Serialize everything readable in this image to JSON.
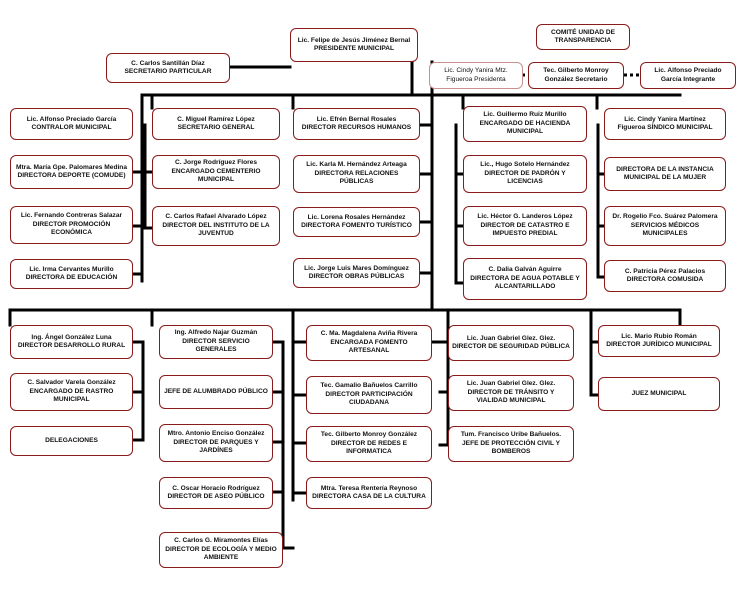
{
  "presidente": {
    "name": "Lic. Felipe de Jesús Jiménez Bernal",
    "title": "PRESIDENTE MUNICIPAL"
  },
  "secretario_particular": {
    "name": "C. Carlos Santillán Díaz",
    "title": "SECRETARIO PARTICULAR"
  },
  "comite": {
    "title": "COMITÉ UNIDAD DE TRANSPARENCIA"
  },
  "comite_members": [
    {
      "name": "Lic. Cindy Yanira Mtz.",
      "title": "Figueroa Presidenta"
    },
    {
      "name": "Tec. Gilberto Monroy",
      "title": "González Secretario"
    },
    {
      "name": "Lic. Alfonso Preciado",
      "title": "García Integrante"
    }
  ],
  "row1": {
    "col1": [
      {
        "name": "Lic. Alfonso Preciado García",
        "title": "CONTRALOR MUNICIPAL"
      },
      {
        "name": "Mtra. María Gpe. Palomares Medina",
        "title": "DIRECTORA DEPORTE (COMUDE)"
      },
      {
        "name": "Lic. Fernando Contreras Salazar",
        "title": "DIRECTOR PROMOCIÓN ECONÓMICA"
      },
      {
        "name": "Lic. Irma Cervantes Murillo",
        "title": "DIRECTORA DE EDUCACIÓN"
      }
    ],
    "col2": [
      {
        "name": "C. Miguel Ramírez López",
        "title": "SECRETARIO GENERAL"
      },
      {
        "name": "C. Jorge Rodríguez Flores",
        "title": "ENCARGADO CEMENTERIO MUNICIPAL"
      },
      {
        "name": "C. Carlos Rafael Alvarado López",
        "title": "DIRECTOR DEL INSTITUTO DE LA JUVENTUD"
      }
    ],
    "col3": [
      {
        "name": "Lic. Efrén Bernal Rosales",
        "title": "DIRECTOR RECURSOS HUMANOS"
      },
      {
        "name": "Lic. Karla M. Hernández Arteaga",
        "title": "DIRECTORA RELACIONES PÚBLICAS"
      },
      {
        "name": "Lic. Lorena Rosales Hernández",
        "title": "DIRECTORA FOMENTO TURÍSTICO"
      },
      {
        "name": "Lic. Jorge Luis Mares Domínguez",
        "title": "DIRECTOR OBRAS PÚBLICAS"
      }
    ],
    "col4": [
      {
        "name": "Lic. Guillermo Ruiz Murillo",
        "title": "ENCARGADO DE HACIENDA MUNICIPAL"
      },
      {
        "name": "Lic., Hugo Sotelo Hernández",
        "title": "DIRECTOR DE PADRÓN Y LICENCIAS"
      },
      {
        "name": "Lic. Héctor G. Landeros López",
        "title": "DIRECTOR DE CATASTRO E IMPUESTO PREDIAL"
      },
      {
        "name": "C. Dalia Galván Aguirre",
        "title": "DIRECTORA DE AGUA POTABLE Y ALCANTARILLADO"
      }
    ],
    "col5": [
      {
        "name": "Lic. Cindy Yanira Martínez",
        "title": "Figueroa SÍNDICO MUNICIPAL"
      },
      {
        "name": "",
        "title": "DIRECTORA DE LA INSTANCIA MUNICIPAL DE LA MUJER"
      },
      {
        "name": "Dr. Rogelio Fco. Suárez Palomera",
        "title": "SERVICIOS MÉDICOS MUNICIPALES"
      },
      {
        "name": "C. Patricia Pérez Palacios",
        "title": "DIRECTORA COMUSIDA"
      }
    ]
  },
  "row2": {
    "col1": [
      {
        "name": "Ing. Ángel González Luna",
        "title": "DIRECTOR DESARROLLO RURAL"
      },
      {
        "name": "C. Salvador Varela González",
        "title": "ENCARGADO DE RASTRO MUNICIPAL"
      },
      {
        "name": "",
        "title": "DELEGACIONES"
      }
    ],
    "col2": [
      {
        "name": "Ing. Alfredo Najar Guzmán",
        "title": "DIRECTOR SERVICIO GENERALES"
      },
      {
        "name": "",
        "title": "JEFE DE ALUMBRADO PÚBLICO"
      },
      {
        "name": "Mtro. Antonio Enciso González",
        "title": "DIRECTOR DE PARQUES Y JARDÍNES"
      },
      {
        "name": "C. Oscar Horacio Rodríguez",
        "title": "DIRECTOR DE ASEO PÚBLICO"
      },
      {
        "name": "C. Carlos G. Miramontes Elías",
        "title": "DIRECTOR DE ECOLOGÍA Y MEDIO AMBIENTE"
      }
    ],
    "col3": [
      {
        "name": "C. Ma. Magdalena Aviña Rivera",
        "title": "ENCARGADA FOMENTO ARTESANAL"
      },
      {
        "name": "Tec. Gamalio Bañuelos Carrillo",
        "title": "DIRECTOR PARTICIPACIÓN CIUDADANA"
      },
      {
        "name": "Tec. Gilberto Monroy González",
        "title": "DIRECTOR DE REDES E INFORMATICA"
      },
      {
        "name": "Mtra. Teresa Rentería Reynoso",
        "title": "DIRECTORA CASA DE LA CULTURA"
      }
    ],
    "col4": [
      {
        "name": "Lic. Juan Gabriel Glez. Glez.",
        "title": "DIRECTOR DE SEGURIDAD PÚBLICA"
      },
      {
        "name": "Lic. Juan Gabriel Glez. Glez.",
        "title": "DIRECTOR DE TRÁNSITO Y VIALIDAD MUNICIPAL"
      },
      {
        "name": "Tum. Francisco Uribe Bañuelos.",
        "title": "JEFE DE PROTECCIÓN CIVIL Y BOMBEROS"
      }
    ],
    "col5": [
      {
        "name": "Lic. Mario Rubio Román",
        "title": "DIRECTOR JURÍDICO MUNICIPAL"
      },
      {
        "name": "",
        "title": "JUEZ MUNICIPAL"
      }
    ]
  }
}
